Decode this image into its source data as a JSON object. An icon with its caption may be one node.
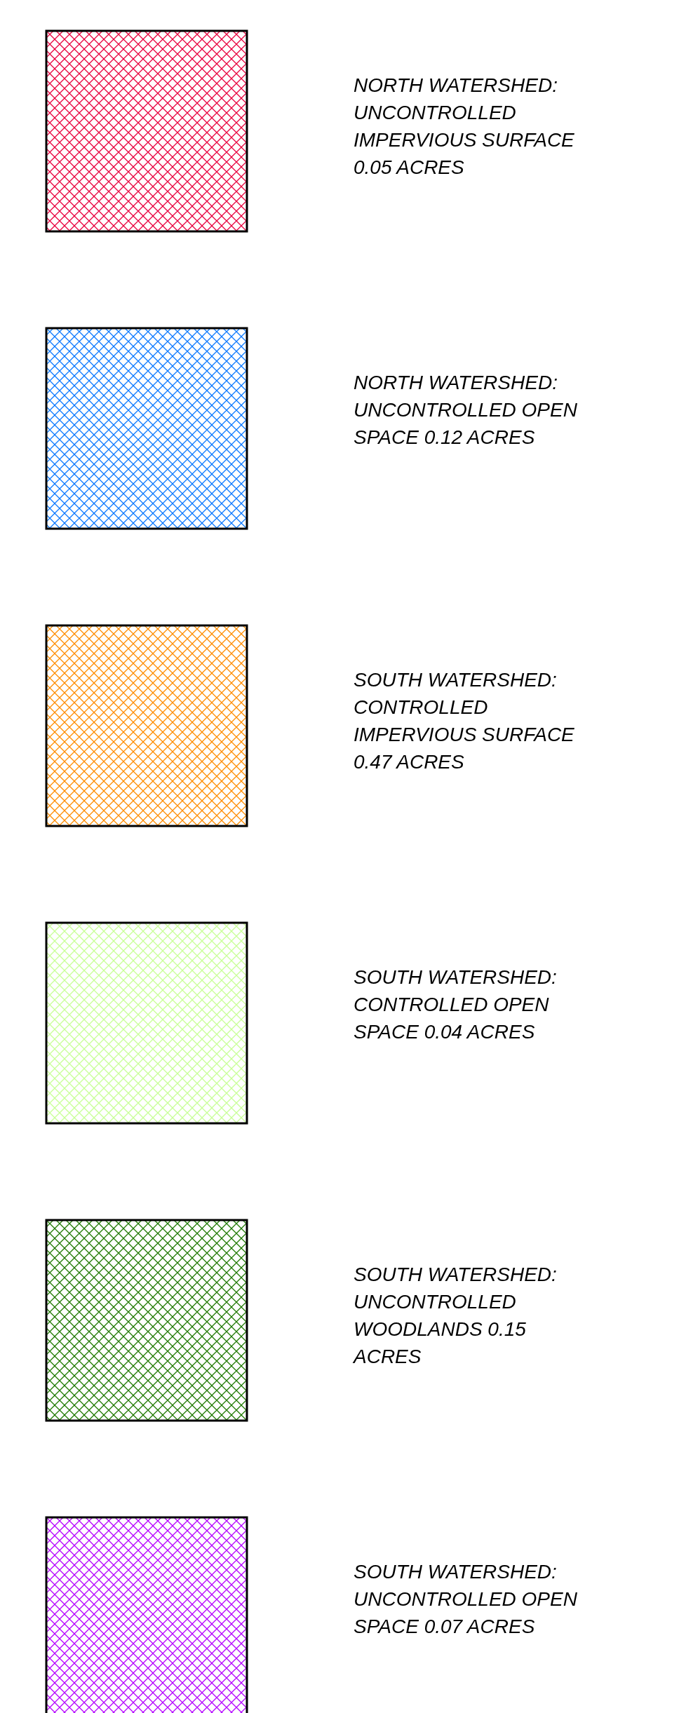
{
  "diagram": {
    "legend": [
      {
        "text": "NORTH WATERSHED: UNCONTROLLED IMPERVIOUS SURFACE 0.05 ACRES",
        "color": "#e8003c"
      },
      {
        "text": "NORTH WATERSHED: UNCONTROLLED OPEN SPACE 0.12 ACRES",
        "color": "#0a78ff"
      },
      {
        "text": "SOUTH WATERSHED: CONTROLLED IMPERVIOUS SURFACE 0.47 ACRES",
        "color": "#ff8c00"
      },
      {
        "text": "SOUTH WATERSHED: CONTROLLED OPEN SPACE 0.04 ACRES",
        "color": "#c8ff96"
      },
      {
        "text": "SOUTH WATERSHED: UNCONTROLLED WOODLANDS 0.15 ACRES",
        "color": "#1e7800"
      },
      {
        "text": "SOUTH WATERSHED: UNCONTROLLED OPEN SPACE 0.07 ACRES",
        "color": "#b400ff"
      }
    ]
  }
}
